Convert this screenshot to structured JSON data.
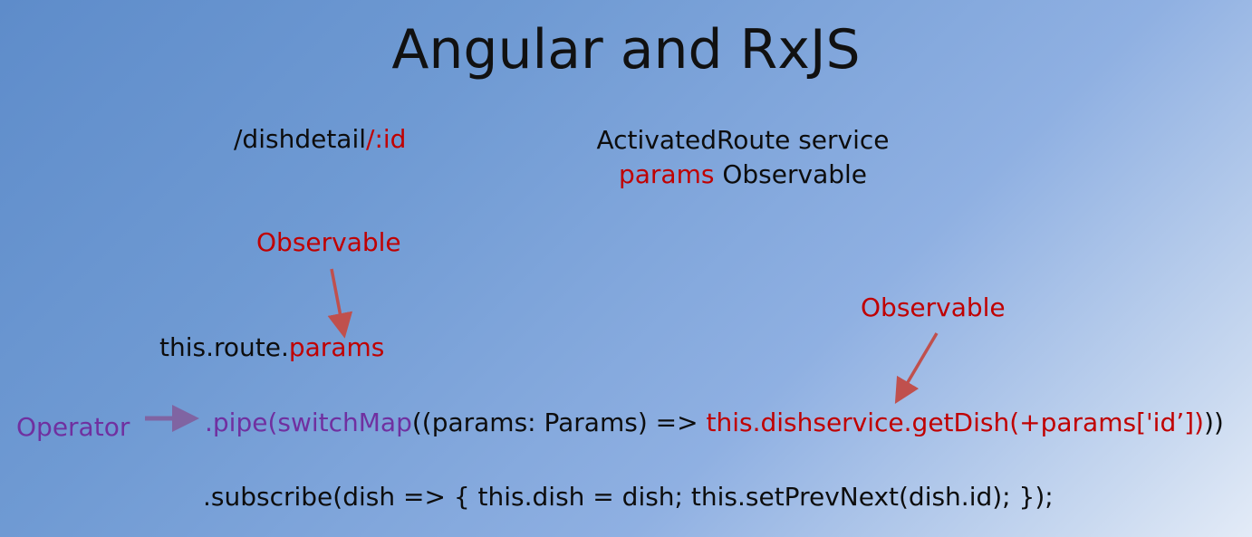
{
  "title": "Angular and RxJS",
  "route_path": {
    "prefix": "/dishdetail",
    "param": "/:id"
  },
  "service": {
    "line1": "ActivatedRoute service",
    "line2_highlight": "params",
    "line2_rest": " Observable"
  },
  "annotations": {
    "observable_1": "Observable",
    "observable_2": "Observable",
    "operator": "Operator"
  },
  "code": {
    "route_prefix": "this.route.",
    "route_params": "params",
    "pipe_operator": ".pipe(switchMap",
    "pipe_args": "((params: Params) => ",
    "pipe_call": "this.dishservice.getDish(+params['id’])",
    "pipe_close": "))",
    "subscribe": ".subscribe(dish => { this.dish = dish; this.setPrevNext(dish.id); });"
  },
  "colors": {
    "accent_red": "#c00000",
    "operator_purple": "#7030a0",
    "arrow_red": "#c0504d",
    "arrow_purple": "#8064a2"
  }
}
